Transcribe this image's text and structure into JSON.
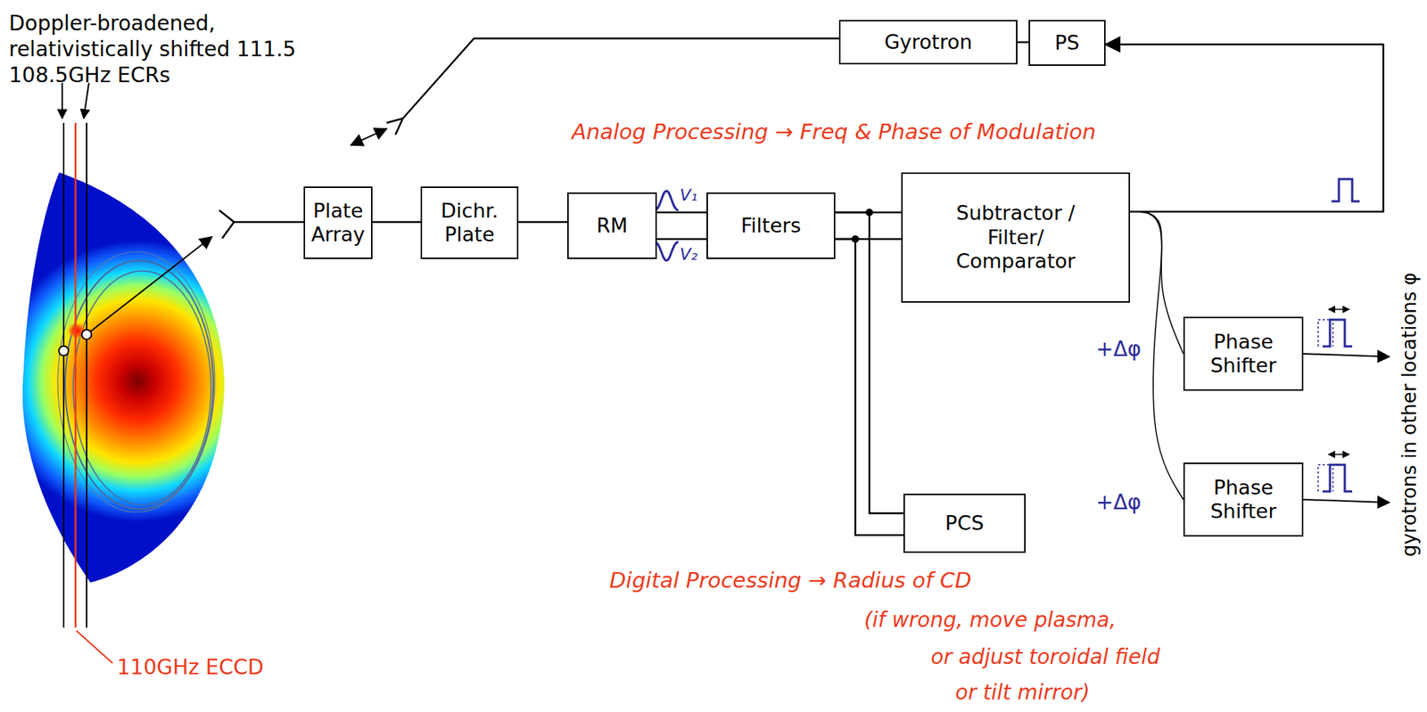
{
  "diagram": {
    "nodes": [
      {
        "text": [
          "Gyrotron"
        ]
      },
      {
        "text": [
          "PS"
        ]
      },
      {
        "text": [
          "Plate Array"
        ]
      },
      {
        "text": [
          "Dichr. Plate"
        ]
      },
      {
        "text": [
          "RM"
        ]
      },
      {
        "text": [
          "Filters"
        ]
      },
      {
        "text": [
          "Subtractor / Filter/ Comparator"
        ]
      },
      {
        "text": [
          "Phase Shifter"
        ]
      },
      {
        "text": [
          "Phase Shifter"
        ]
      },
      {
        "text": [
          "PCS"
        ]
      }
    ],
    "edges": [
      {
        "from": 0,
        "to": 1,
        "arrow": "none"
      },
      {
        "from": 6,
        "to": 1,
        "arrow": "to"
      },
      {
        "from": 2,
        "to": 3,
        "arrow": "none"
      },
      {
        "from": 3,
        "to": 4,
        "arrow": "none"
      },
      {
        "from": 4,
        "to": 5,
        "arrow": "none"
      },
      {
        "from": 4,
        "to": 5,
        "arrow": "none"
      },
      {
        "from": 5,
        "to": 6,
        "arrow": "none"
      },
      {
        "from": 5,
        "to": 6,
        "arrow": "none"
      },
      {
        "from": 5,
        "to": 9,
        "arrow": "none"
      },
      {
        "from": 5,
        "to": 9,
        "arrow": "none"
      },
      {
        "from": 6,
        "to": 7,
        "label": "+Δφ",
        "arrow": "none"
      },
      {
        "from": 6,
        "to": 8,
        "label": "+Δφ",
        "arrow": "none"
      }
    ],
    "labels": [
      "Doppler-broadened, relativistically shifted 111.5 108.5GHz ECRs",
      "110GHz ECCD",
      "Analog Processing → Freq & Phase of Modulation",
      "V₁",
      "V₂",
      "Digital Processing → Radius of CD",
      "(if wrong, move plasma,",
      "or adjust toroidal field",
      "or tilt mirror)",
      "gyrotrons in other locations φ"
    ]
  }
}
